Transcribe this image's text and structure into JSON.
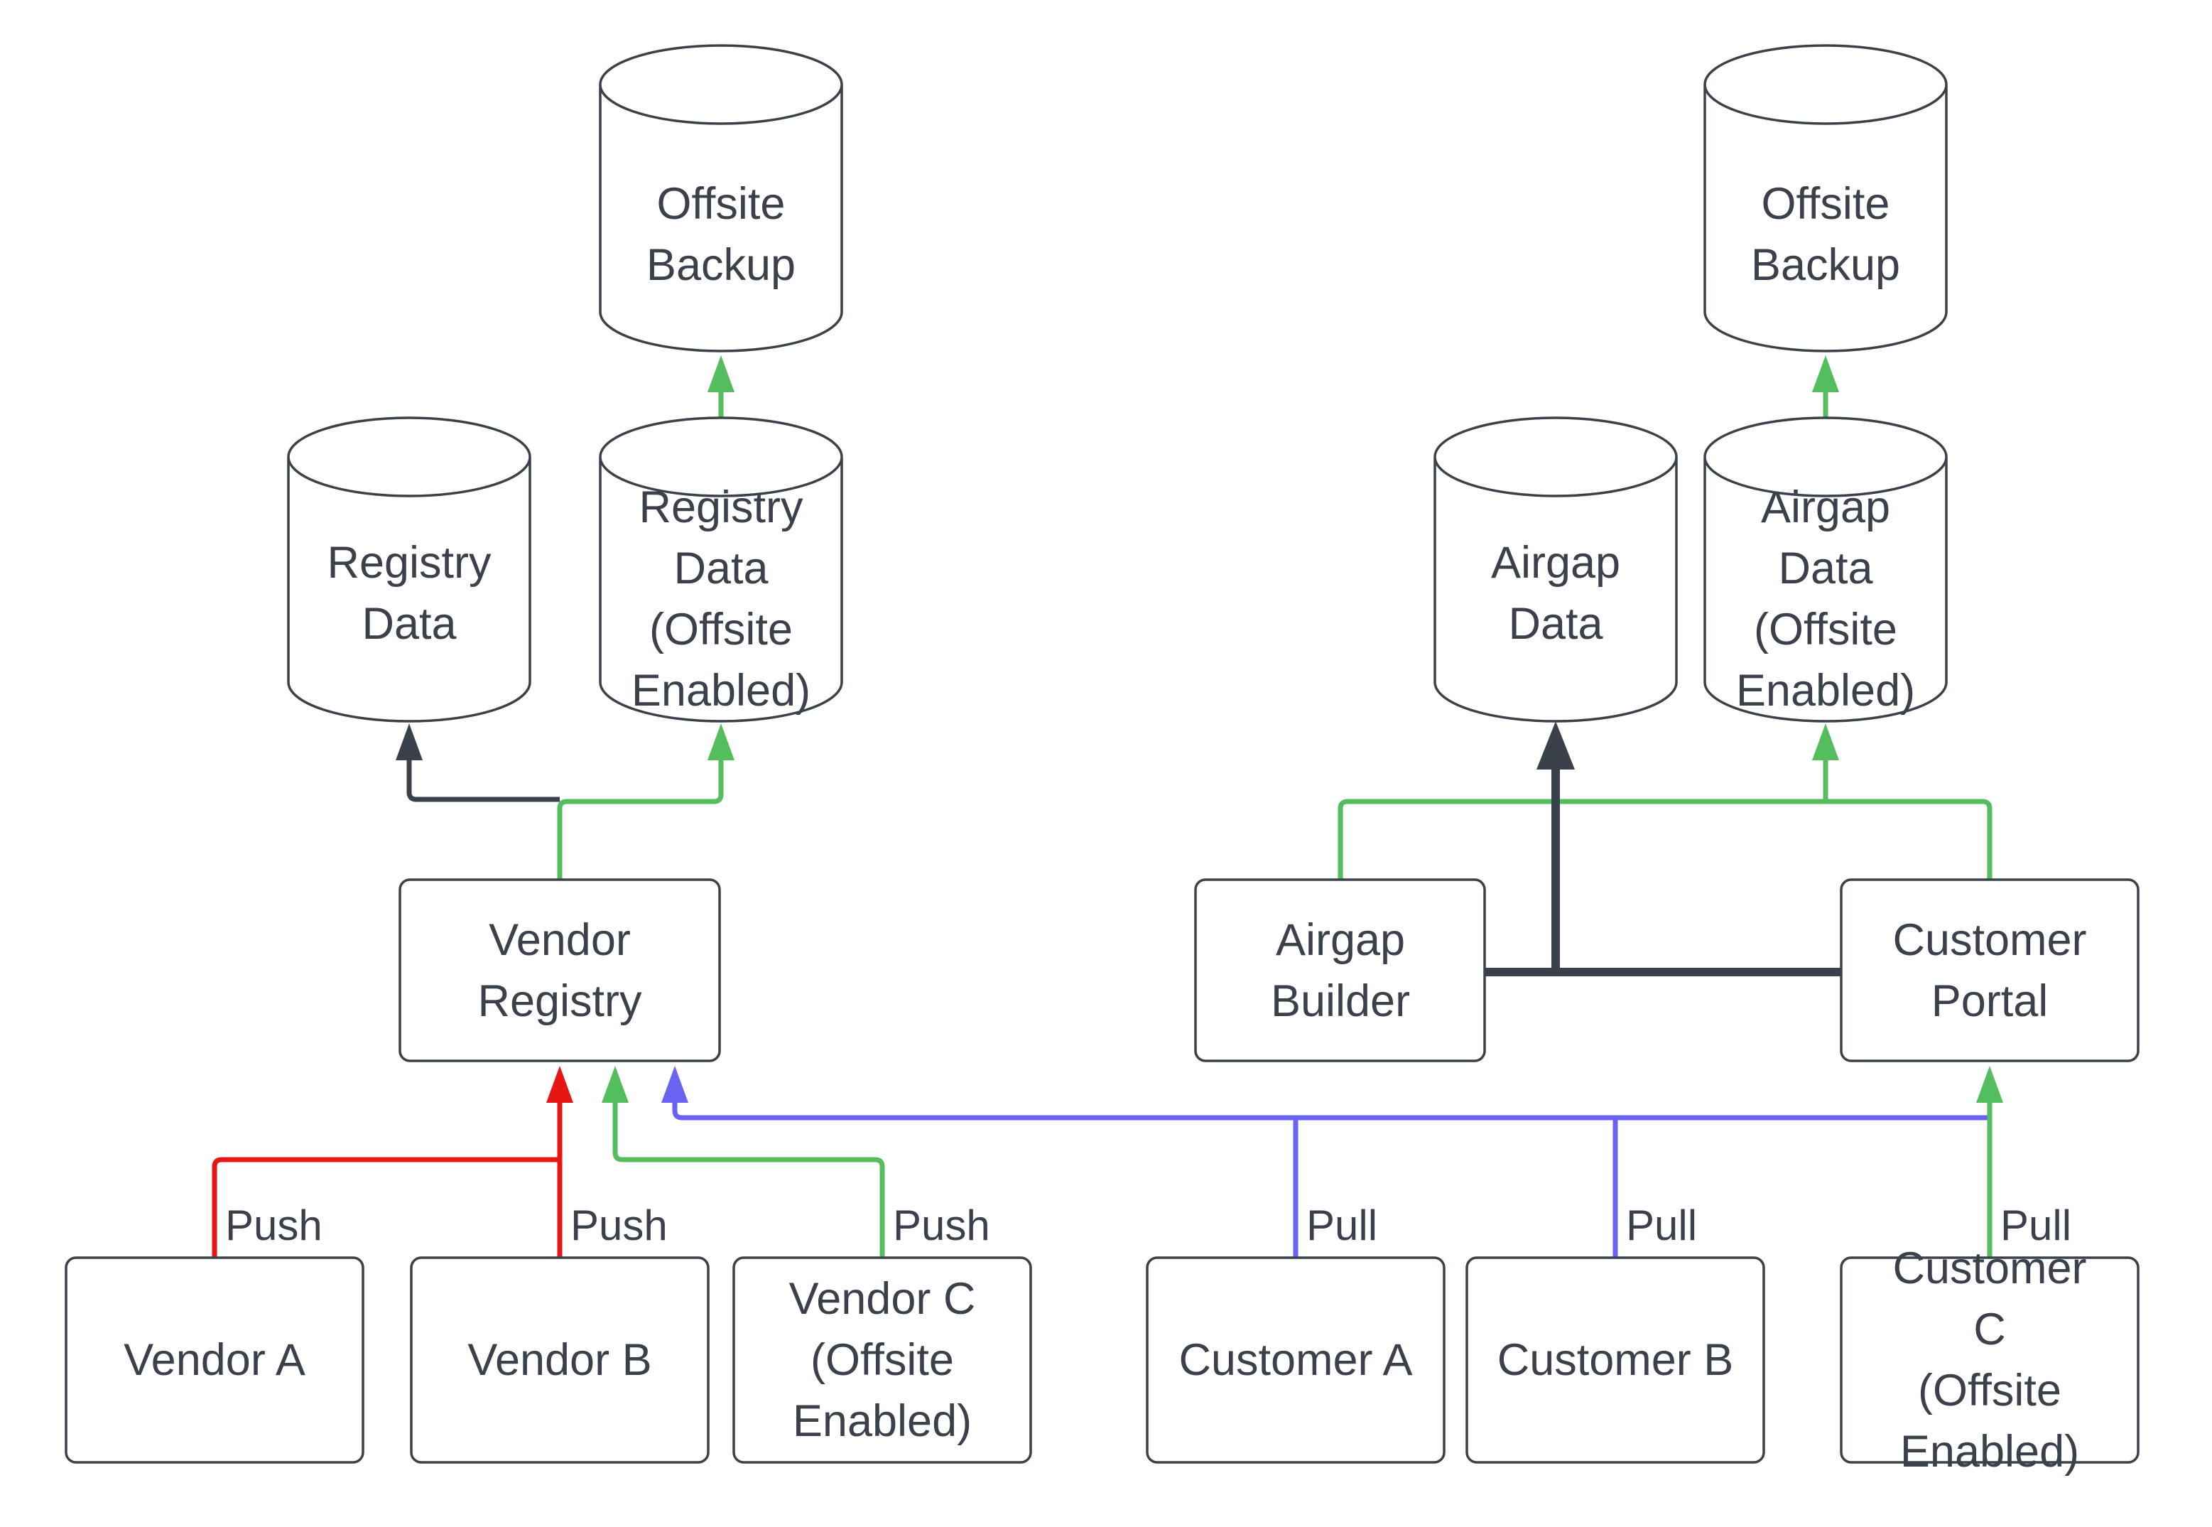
{
  "diagram": {
    "title": "Vendor registry and airgap distribution diagram",
    "colors": {
      "dark": "#3A414B",
      "green": "#54BE5E",
      "red": "#E81515",
      "blue": "#6A63F2",
      "bg": "#FFFFFF"
    },
    "nodes": {
      "offsite_backup_left": {
        "type": "cylinder",
        "label": "Offsite\nBackup"
      },
      "registry_data": {
        "type": "cylinder",
        "label": "Registry\nData"
      },
      "registry_data_offsite": {
        "type": "cylinder",
        "label": "Registry\nData\n(Offsite\nEnabled)"
      },
      "vendor_registry": {
        "type": "box",
        "label": "Vendor\nRegistry"
      },
      "vendor_a": {
        "type": "box",
        "label": "Vendor A"
      },
      "vendor_b": {
        "type": "box",
        "label": "Vendor B"
      },
      "vendor_c": {
        "type": "box",
        "label": "Vendor C\n(Offsite\nEnabled)"
      },
      "offsite_backup_right": {
        "type": "cylinder",
        "label": "Offsite\nBackup"
      },
      "airgap_data": {
        "type": "cylinder",
        "label": "Airgap\nData"
      },
      "airgap_data_offsite": {
        "type": "cylinder",
        "label": "Airgap\nData\n(Offsite\nEnabled)"
      },
      "airgap_builder": {
        "type": "box",
        "label": "Airgap\nBuilder"
      },
      "customer_portal": {
        "type": "box",
        "label": "Customer\nPortal"
      },
      "customer_a": {
        "type": "box",
        "label": "Customer A"
      },
      "customer_b": {
        "type": "box",
        "label": "Customer B"
      },
      "customer_c": {
        "type": "box",
        "label": "Customer C\n(Offsite\nEnabled)"
      }
    },
    "edge_labels": {
      "push_labels": [
        "Push",
        "Push",
        "Push"
      ],
      "pull_labels": [
        "Pull",
        "Pull",
        "Pull"
      ]
    },
    "edges": [
      {
        "from": "Vendor A",
        "to": "Vendor Registry",
        "label": "Push",
        "color": "red"
      },
      {
        "from": "Vendor B",
        "to": "Vendor Registry",
        "label": "Push",
        "color": "red"
      },
      {
        "from": "Vendor C (Offsite Enabled)",
        "to": "Vendor Registry",
        "label": "Push",
        "color": "green"
      },
      {
        "from": "Customer A",
        "to": "Vendor Registry",
        "label": "Pull",
        "color": "blue"
      },
      {
        "from": "Customer B",
        "to": "Vendor Registry",
        "label": "Pull",
        "color": "blue"
      },
      {
        "from": "Customer C (Offsite Enabled)",
        "to": "Customer Portal",
        "label": "Pull",
        "color": "green"
      },
      {
        "from": "Vendor Registry",
        "to": "Registry Data",
        "color": "dark"
      },
      {
        "from": "Vendor Registry",
        "to": "Registry Data (Offsite Enabled)",
        "color": "green"
      },
      {
        "from": "Registry Data (Offsite Enabled)",
        "to": "Offsite Backup (left)",
        "color": "green"
      },
      {
        "from": "Airgap Builder",
        "to": "Airgap Data",
        "color": "dark"
      },
      {
        "from": "Customer Portal",
        "to": "Airgap Data",
        "color": "dark"
      },
      {
        "from": "Airgap Builder",
        "to": "Airgap Data (Offsite Enabled)",
        "color": "green"
      },
      {
        "from": "Customer Portal",
        "to": "Airgap Data (Offsite Enabled)",
        "color": "green"
      },
      {
        "from": "Airgap Data (Offsite Enabled)",
        "to": "Offsite Backup (right)",
        "color": "green"
      }
    ]
  }
}
